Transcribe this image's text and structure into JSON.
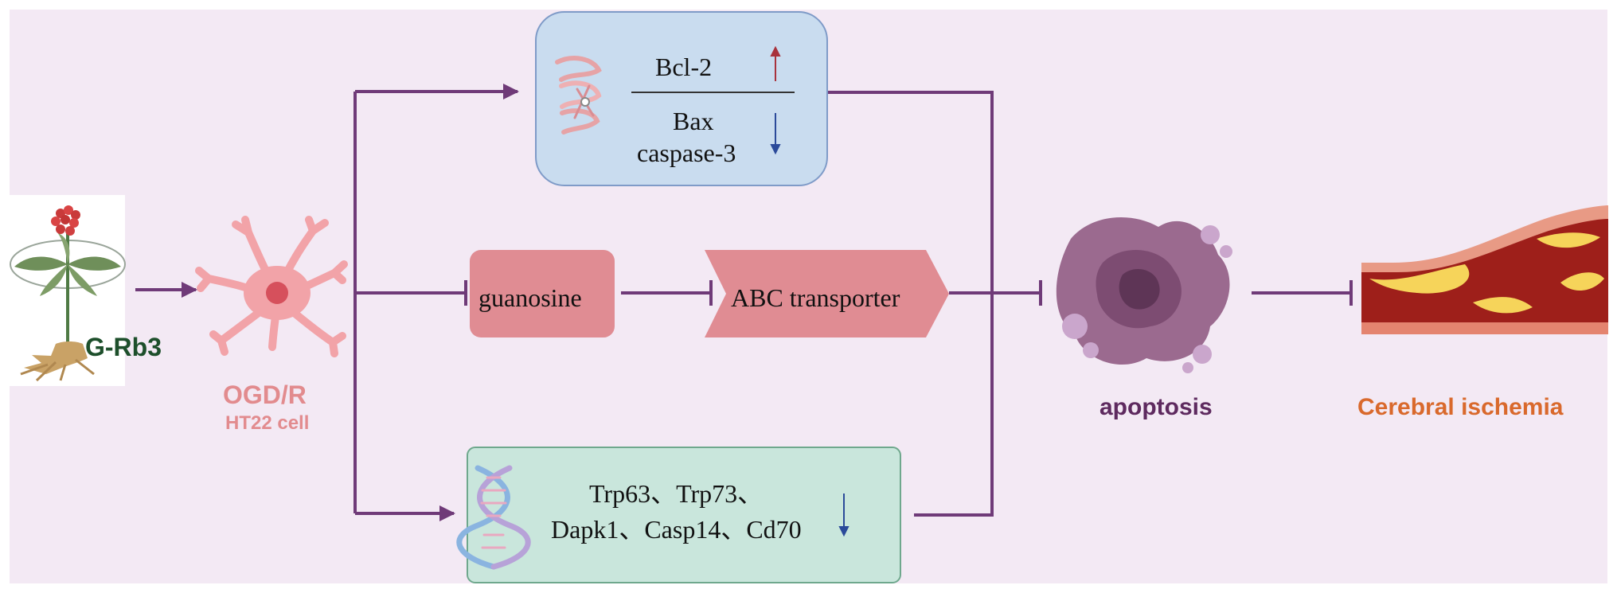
{
  "labels": {
    "drug": "G-Rb3",
    "model": "OGD/R",
    "cell": "HT22 cell",
    "bcl2": "Bcl-2",
    "bax": "Bax",
    "caspase3": "caspase-3",
    "guanosine": "guanosine",
    "abc": "ABC transporter",
    "genes_line1": "Trp63、Trp73、",
    "genes_line2": "Dapk1、Casp14、Cd70",
    "apoptosis": "apoptosis",
    "outcome": "Cerebral ischemia"
  },
  "colors": {
    "background": "#f3e9f4",
    "pathway": "#6f3a78",
    "protein_box": "#c9dcef",
    "gene_box": "#c9e6dc",
    "metabolite_box": "#e08c93",
    "up_arrow": "#a8323c",
    "down_arrow": "#2b4a9a",
    "neuron": "#f2a3a8"
  },
  "icons": {
    "drug": "ginseng-plant-icon",
    "cell": "neuron-icon",
    "protein": "protein-structure-icon",
    "dna": "dna-helix-icon",
    "apoptosis": "apoptotic-cell-icon",
    "vessel": "blood-vessel-icon",
    "up": "up-arrow-icon",
    "down": "down-arrow-icon"
  }
}
